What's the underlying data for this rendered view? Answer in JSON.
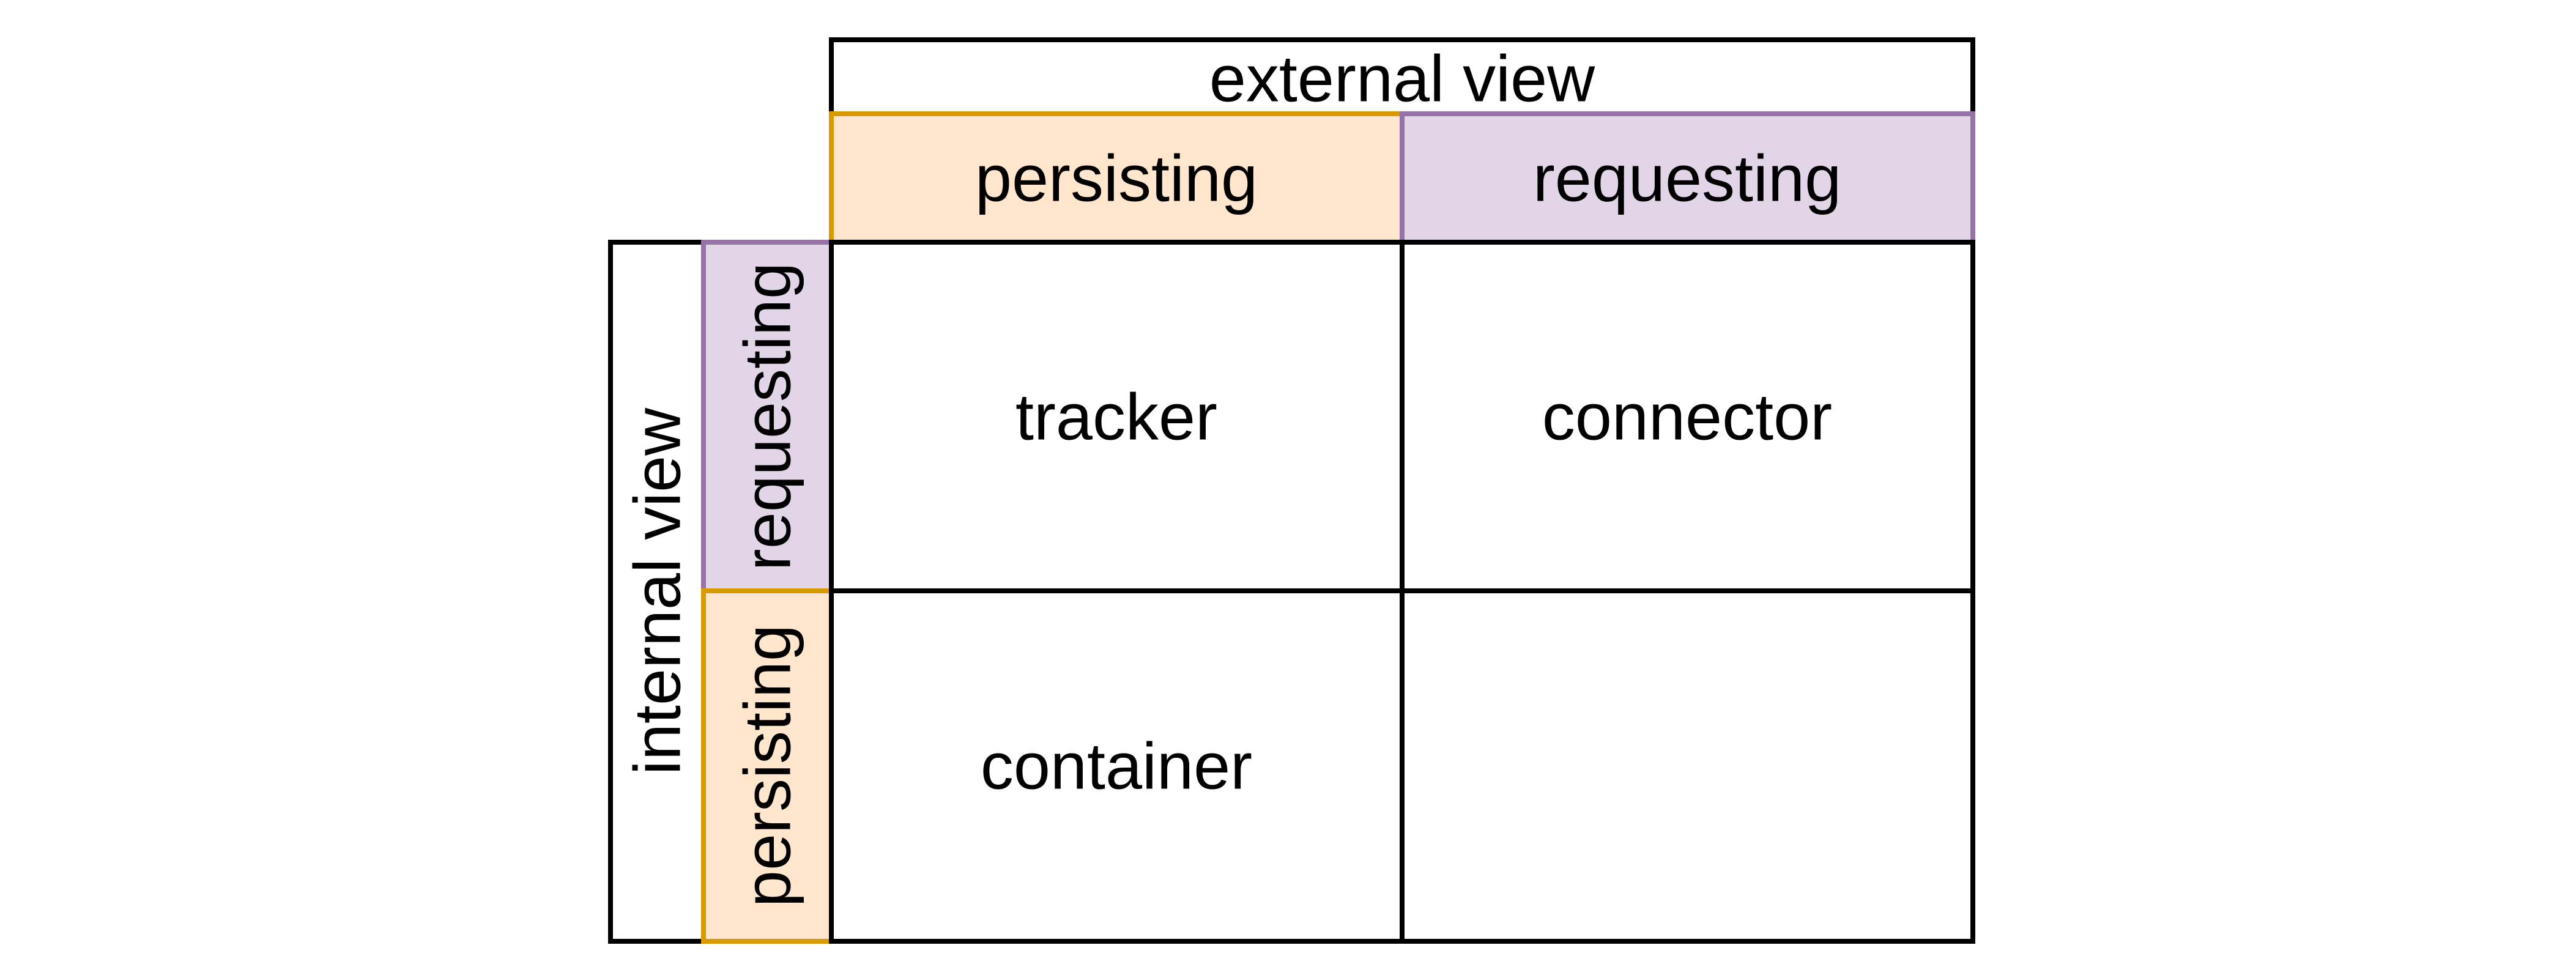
{
  "header": {
    "external_view": "external view",
    "persisting": "persisting",
    "requesting": "requesting"
  },
  "side": {
    "internal_view": "internal view",
    "requesting": "requesting",
    "persisting": "persisting"
  },
  "cells": {
    "requesting_persisting": "tracker",
    "requesting_requesting": "connector",
    "persisting_persisting": "container",
    "persisting_requesting": ""
  },
  "colors": {
    "persisting_fill": "#ffe6cc",
    "persisting_stroke": "#d79b00",
    "requesting_fill": "#e1d5e7",
    "requesting_stroke": "#9673a6",
    "border": "#000000"
  }
}
